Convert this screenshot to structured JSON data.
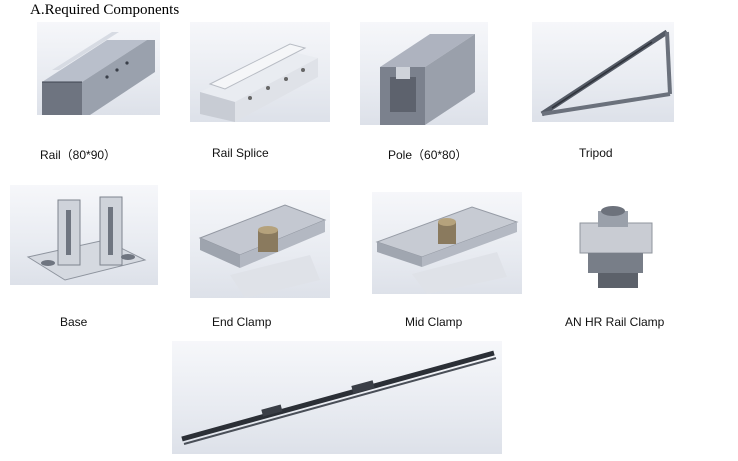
{
  "heading": "A.Required Components",
  "components": [
    {
      "label": "Rail（80*90）"
    },
    {
      "label": "Rail Splice"
    },
    {
      "label": "Pole（60*80）"
    },
    {
      "label": "Tripod"
    },
    {
      "label": "Base"
    },
    {
      "label": "End Clamp"
    },
    {
      "label": "Mid Clamp"
    },
    {
      "label": "AN HR Rail Clamp"
    }
  ]
}
